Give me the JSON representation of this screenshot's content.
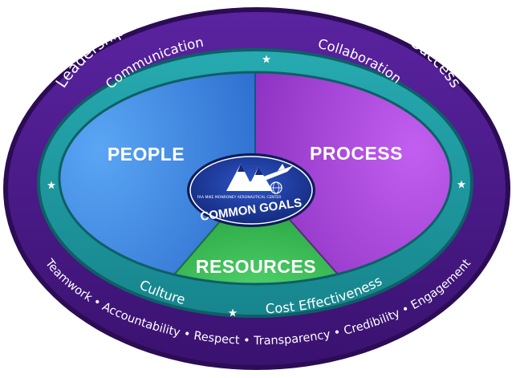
{
  "outer_ring": {
    "title": "Leadership Culture: Creating the Environment for Success",
    "values": "Teamwork • Accountability • Respect • Transparency • Credibility • Engagement",
    "colors": {
      "ring": "#4a1a7e",
      "edge": "#2c0c55"
    }
  },
  "middle_ring": {
    "top_left": "Communication",
    "top_right": "Collaboration",
    "bottom_left": "Culture",
    "bottom_right": "Cost Effectiveness",
    "colors": {
      "ring": "#1e9aa0"
    }
  },
  "segments": {
    "people": {
      "label": "PEOPLE",
      "color": "#3e86e2"
    },
    "process": {
      "label": "PROCESS",
      "color": "#a845d8"
    },
    "resources": {
      "label": "RESOURCES",
      "color": "#2fb34a"
    }
  },
  "center": {
    "org_text": "FAA MIKE MONRONEY AERONAUTICAL CENTER",
    "label": "COMMON GOALS",
    "logo_icon": "mountain-airplane-globe-icon",
    "color": "#1a3598"
  },
  "decorations": {
    "star_icon": "star-icon"
  }
}
